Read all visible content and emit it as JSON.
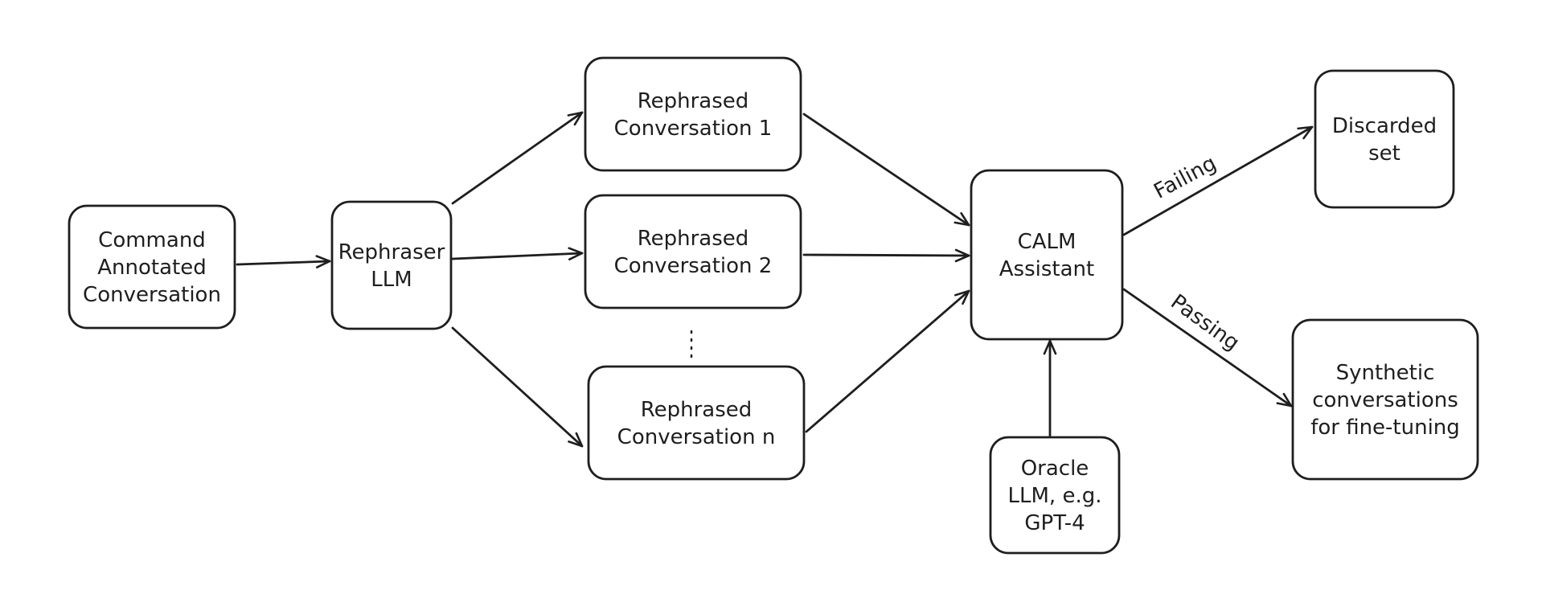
{
  "diagram": {
    "nodes": [
      {
        "id": "command",
        "lines": [
          "Command",
          "Annotated",
          "Conversation"
        ]
      },
      {
        "id": "rephraser",
        "lines": [
          "Rephraser",
          "LLM"
        ]
      },
      {
        "id": "rephrased1",
        "lines": [
          "Rephrased",
          "Conversation 1"
        ]
      },
      {
        "id": "rephrased2",
        "lines": [
          "Rephrased",
          "Conversation 2"
        ]
      },
      {
        "id": "rephrasedn",
        "lines": [
          "Rephrased",
          "Conversation n"
        ]
      },
      {
        "id": "calm",
        "lines": [
          "CALM",
          "Assistant"
        ]
      },
      {
        "id": "oracle",
        "lines": [
          "Oracle",
          "LLM, e.g.",
          "GPT-4"
        ]
      },
      {
        "id": "discarded",
        "lines": [
          "Discarded",
          "set"
        ]
      },
      {
        "id": "synthetic",
        "lines": [
          "Synthetic",
          "conversations",
          "for fine-tuning"
        ]
      }
    ],
    "edges": [
      {
        "from": "command",
        "to": "rephraser",
        "label": ""
      },
      {
        "from": "rephraser",
        "to": "rephrased1",
        "label": ""
      },
      {
        "from": "rephraser",
        "to": "rephrased2",
        "label": ""
      },
      {
        "from": "rephraser",
        "to": "rephrasedn",
        "label": ""
      },
      {
        "from": "rephrased1",
        "to": "calm",
        "label": ""
      },
      {
        "from": "rephrased2",
        "to": "calm",
        "label": ""
      },
      {
        "from": "rephrasedn",
        "to": "calm",
        "label": ""
      },
      {
        "from": "oracle",
        "to": "calm",
        "label": ""
      },
      {
        "from": "calm",
        "to": "discarded",
        "label": "Failing"
      },
      {
        "from": "calm",
        "to": "synthetic",
        "label": "Passing"
      }
    ]
  }
}
